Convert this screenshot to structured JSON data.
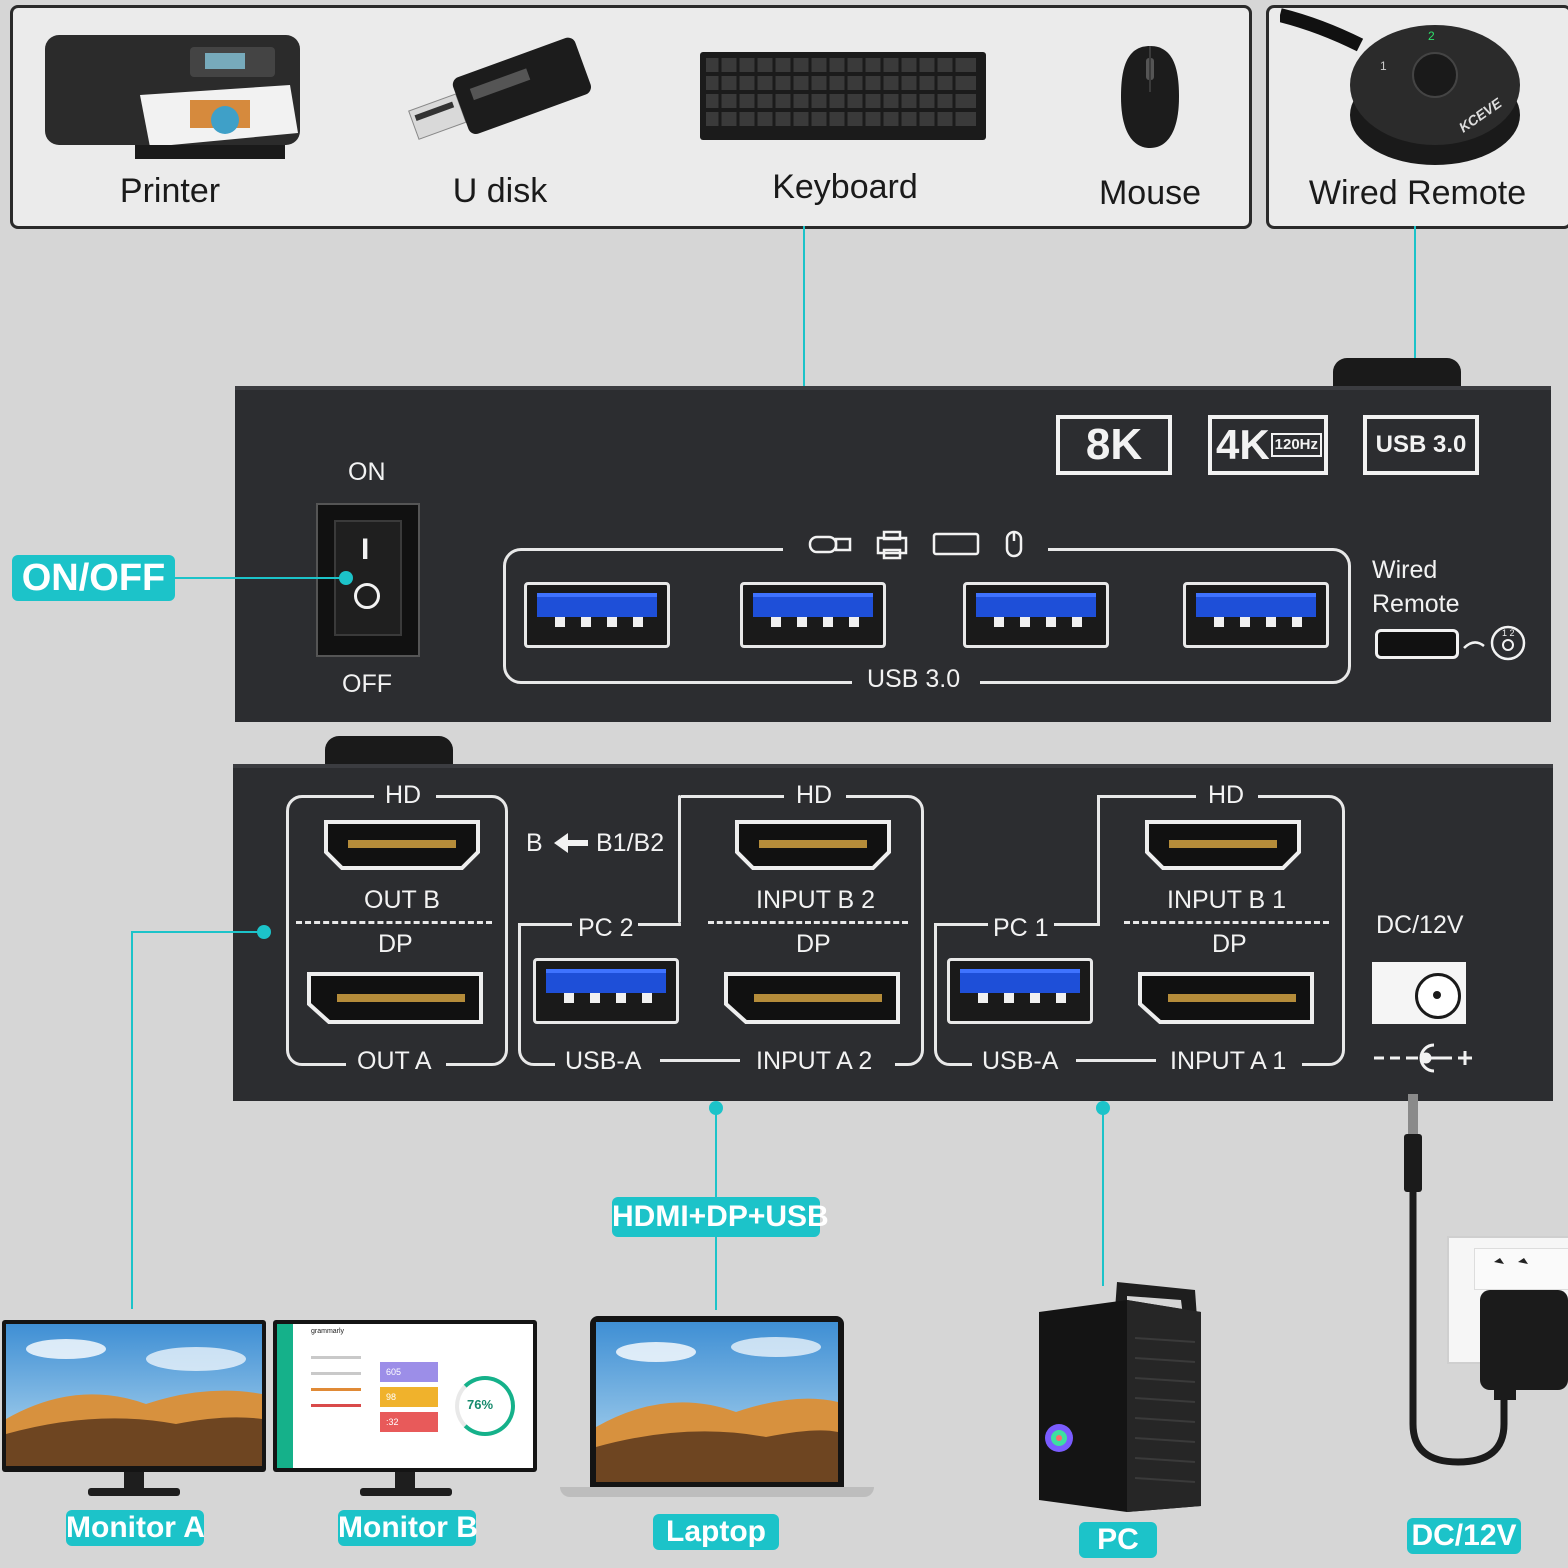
{
  "peripherals": {
    "printer": "Printer",
    "udisk": "U disk",
    "keyboard": "Keyboard",
    "mouse": "Mouse",
    "remote": "Wired Remote"
  },
  "top_panel": {
    "on": "ON",
    "off": "OFF",
    "switch_i": "I",
    "switch_o": "O",
    "badge_8k": "8K",
    "badge_4k": "4K",
    "badge_hz": "120Hz",
    "badge_usb": "USB 3.0",
    "usb_label": "USB  3.0",
    "wired_remote_1": "Wired",
    "wired_remote_2": "Remote"
  },
  "bottom_panel": {
    "hd": "HD",
    "out_b": "OUT B",
    "dp": "DP",
    "out_a": "OUT A",
    "b_from": "B",
    "b_src": "B1/B2",
    "pc2": "PC 2",
    "pc1": "PC 1",
    "usb_a": "USB-A",
    "input_b2": "INPUT B 2",
    "input_a2": "INPUT A 2",
    "input_b1": "INPUT B 1",
    "input_a1": "INPUT A 1",
    "dc": "DC/12V"
  },
  "tags": {
    "onoff": "ON/OFF",
    "hdmi_dp_usb": "HDMI+DP+USB",
    "monitor_a": "Monitor A",
    "monitor_b": "Monitor B",
    "laptop": "Laptop",
    "pc": "PC",
    "dc": "DC/12V"
  },
  "screen_b": {
    "app": "grammarly",
    "count1": "605",
    "count2": "98",
    "count3": ":32",
    "score": "76%"
  },
  "remote_brand": "KCEVE",
  "colors": {
    "accent": "#1cc3c9",
    "panel": "#2c2d30",
    "usb_blue": "#1e4fd8"
  }
}
